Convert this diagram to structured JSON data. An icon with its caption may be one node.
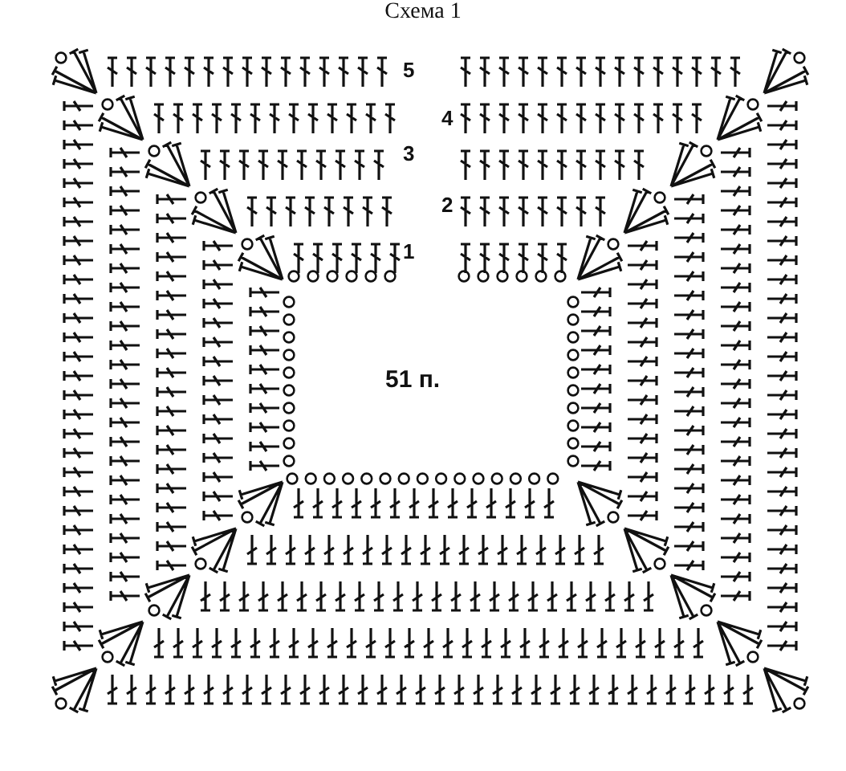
{
  "diagram": {
    "title": "Схема 1",
    "labels": [
      "5",
      "4",
      "3",
      "2",
      "1",
      "51 п."
    ]
  }
}
